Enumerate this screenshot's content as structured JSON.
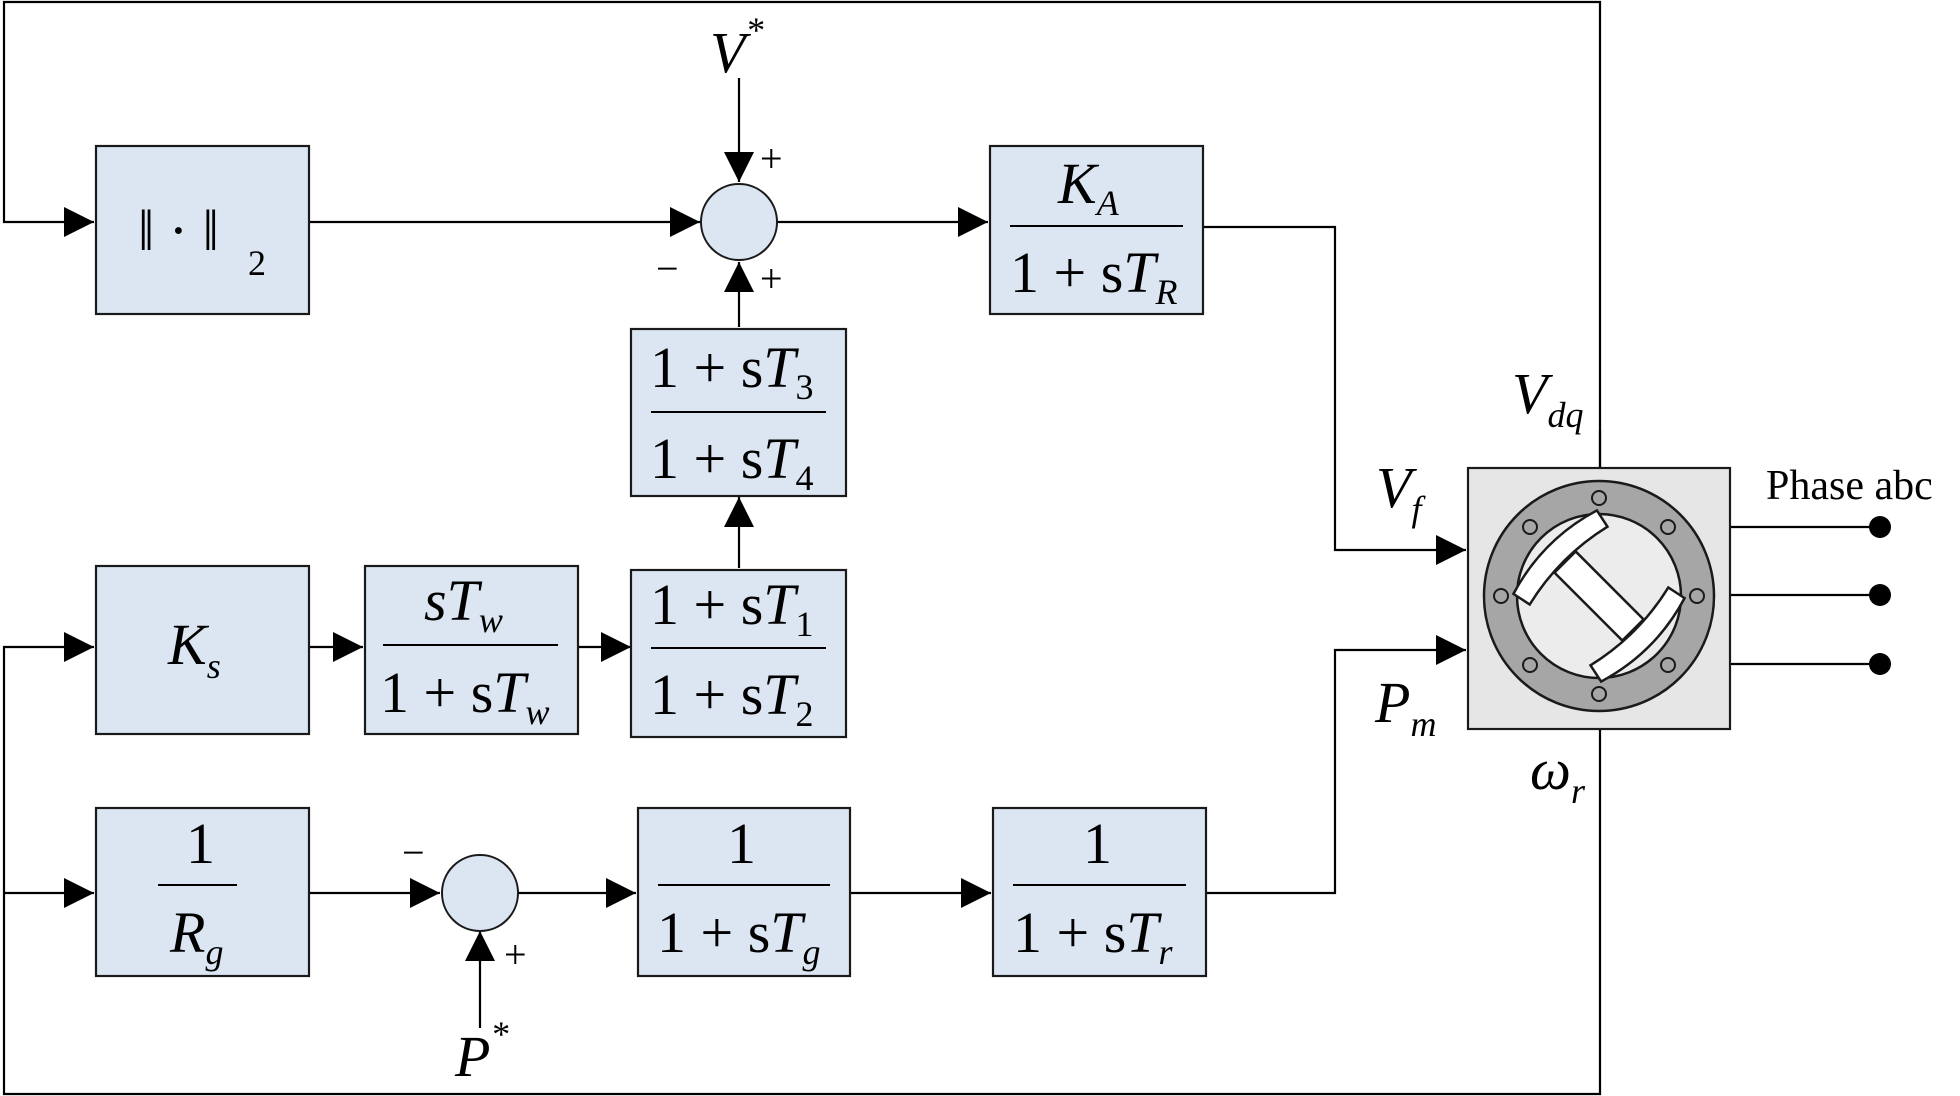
{
  "blocks": {
    "norm": {
      "text": "‖ · ‖",
      "sub": "2"
    },
    "avr": {
      "num_main": "K",
      "num_sub": "A",
      "den_a": "1 + s",
      "den_b": "T",
      "den_sub": "R"
    },
    "lead_lag_2": {
      "num_a": "1 + s",
      "num_b": "T",
      "num_sub": "3",
      "den_a": "1 + s",
      "den_b": "T",
      "den_sub": "4"
    },
    "lead_lag_1": {
      "num_a": "1 + s",
      "num_b": "T",
      "num_sub": "1",
      "den_a": "1 + s",
      "den_b": "T",
      "den_sub": "2"
    },
    "ks": {
      "main": "K",
      "sub": "s"
    },
    "washout": {
      "num_a": "s",
      "num_b": "T",
      "num_sub": "w",
      "den_a": "1 + s",
      "den_b": "T",
      "den_sub": "w"
    },
    "droop": {
      "num": "1",
      "den_main": "R",
      "den_sub": "g"
    },
    "governor": {
      "num": "1",
      "den_a": "1 + s",
      "den_b": "T",
      "den_sub": "g"
    },
    "turbine": {
      "num": "1",
      "den_a": "1 + s",
      "den_b": "T",
      "den_sub": "r"
    }
  },
  "signals": {
    "v_ref": {
      "main": "V",
      "sup": "*"
    },
    "p_ref": {
      "main": "P",
      "sup": "*"
    },
    "vdq": {
      "main": "V",
      "sub": "dq"
    },
    "vf": {
      "main": "V",
      "sub": "f"
    },
    "pm": {
      "main": "P",
      "sub": "m"
    },
    "wr": {
      "main": "ω",
      "sub": "r"
    },
    "phase": "Phase abc"
  },
  "signs": {
    "sum1_top": "+",
    "sum1_left": "−",
    "sum1_bottom": "+",
    "sum2_left": "−",
    "sum2_bottom": "+"
  },
  "generator": {
    "icon": "synchronous-generator-icon",
    "fill": "#e6e6e6"
  },
  "colors": {
    "block_fill": "#dce6f2",
    "line": "#000000"
  }
}
